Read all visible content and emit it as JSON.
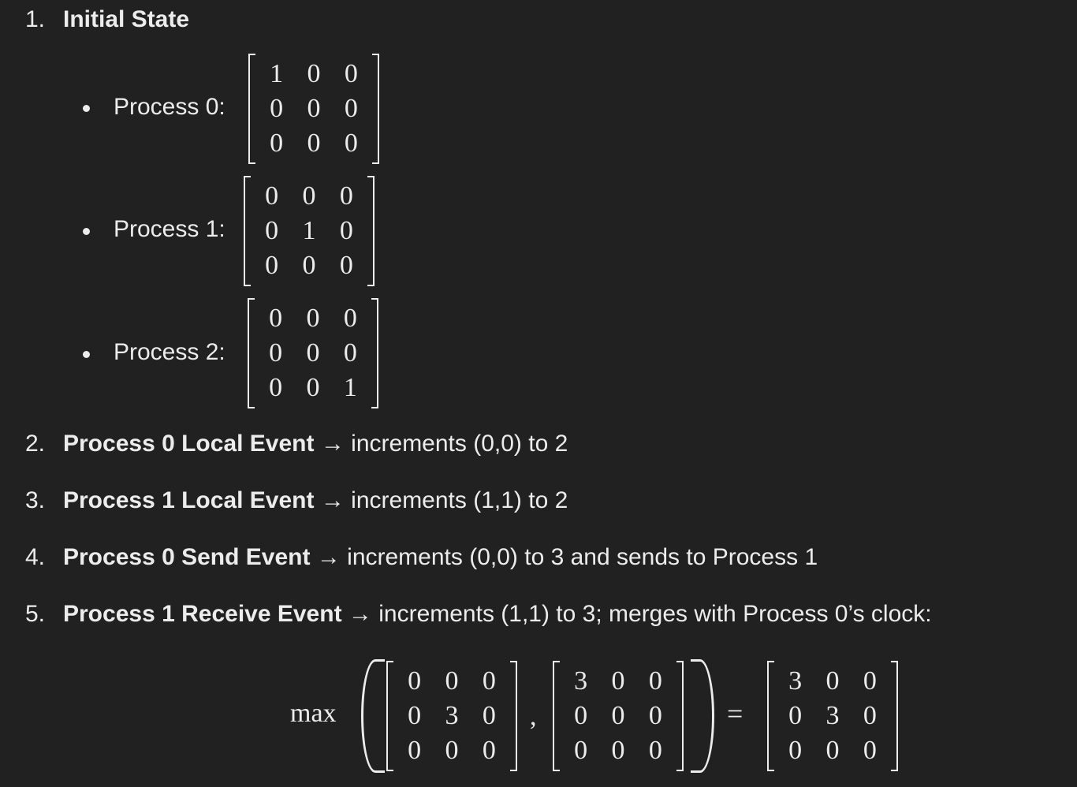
{
  "steps": [
    {
      "num": "1.",
      "title": "Initial State",
      "rest": ""
    },
    {
      "num": "2.",
      "title": "Process 0 Local Event",
      "rest": " → increments (0,0) to 2"
    },
    {
      "num": "3.",
      "title": "Process 1 Local Event",
      "rest": " → increments (1,1) to 2"
    },
    {
      "num": "4.",
      "title": "Process 0 Send Event",
      "rest": " → increments (0,0) to 3 and sends to Process 1"
    },
    {
      "num": "5.",
      "title": "Process 1 Receive Event",
      "rest": " → increments (1,1) to 3; merges with Process 0’s clock:"
    }
  ],
  "processes": [
    {
      "label": "Process 0:",
      "matrix": [
        [
          "1",
          "0",
          "0"
        ],
        [
          "0",
          "0",
          "0"
        ],
        [
          "0",
          "0",
          "0"
        ]
      ]
    },
    {
      "label": "Process 1:",
      "matrix": [
        [
          "0",
          "0",
          "0"
        ],
        [
          "0",
          "1",
          "0"
        ],
        [
          "0",
          "0",
          "0"
        ]
      ]
    },
    {
      "label": "Process 2:",
      "matrix": [
        [
          "0",
          "0",
          "0"
        ],
        [
          "0",
          "0",
          "0"
        ],
        [
          "0",
          "0",
          "1"
        ]
      ]
    }
  ],
  "equation": {
    "func": "max",
    "comma": ",",
    "equals": "=",
    "a": [
      [
        "0",
        "0",
        "0"
      ],
      [
        "0",
        "3",
        "0"
      ],
      [
        "0",
        "0",
        "0"
      ]
    ],
    "b": [
      [
        "3",
        "0",
        "0"
      ],
      [
        "0",
        "0",
        "0"
      ],
      [
        "0",
        "0",
        "0"
      ]
    ],
    "result": [
      [
        "3",
        "0",
        "0"
      ],
      [
        "0",
        "3",
        "0"
      ],
      [
        "0",
        "0",
        "0"
      ]
    ]
  }
}
